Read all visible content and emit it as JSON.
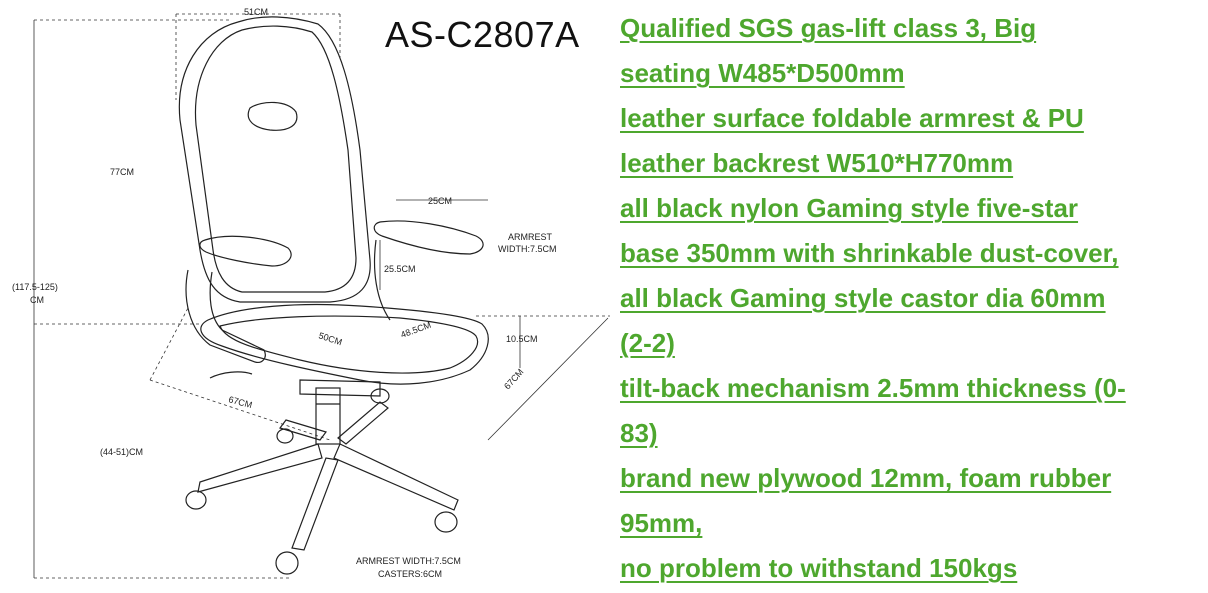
{
  "model_code": "AS-C2807A",
  "spec_lines": [
    "Qualified SGS gas-lift class 3, Big",
    "seating W485*D500mm",
    "leather surface foldable armrest & PU",
    "leather backrest W510*H770mm",
    "all black nylon Gaming style five-star",
    "base 350mm with shrinkable dust-cover,",
    "all black Gaming style castor dia 60mm",
    "(2-2)",
    "tilt-back mechanism 2.5mm thickness (0-",
    "83)",
    "brand new plywood 12mm, foam rubber",
    "95mm,",
    "no problem to withstand 150kgs"
  ],
  "dimensions": {
    "top_width": "51CM",
    "backrest_height": "77CM",
    "total_height_line1": "(117.5-125)",
    "total_height_line2": "CM",
    "seat_height": "(44-51)CM",
    "armrest_length": "25CM",
    "armrest_width_label_line1": "ARMREST",
    "armrest_width_label_line2": "WIDTH:7.5CM",
    "armrest_height": "25.5CM",
    "seat_depth": "50CM",
    "seat_width": "48.5CM",
    "seat_thickness": "10.5CM",
    "base_left": "67CM",
    "base_right": "67CM",
    "footer_line1": "ARMREST WIDTH:7.5CM",
    "footer_line2": "CASTERS:6CM"
  },
  "colors": {
    "spec_text": "#4ea72e",
    "drawing": "#222222"
  }
}
